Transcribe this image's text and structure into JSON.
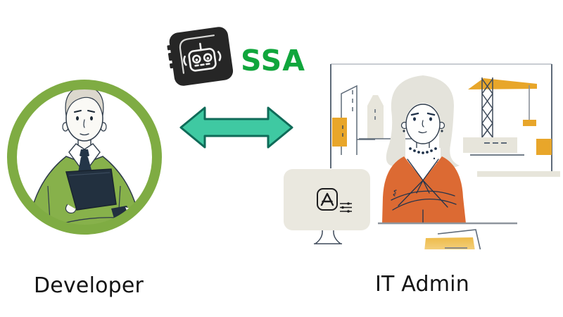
{
  "diagram": {
    "developer": {
      "label": "Developer"
    },
    "it_admin": {
      "label": "IT Admin"
    },
    "ssa": {
      "label": "SSA",
      "icon": "robot-app-icon",
      "label_color": "#10a63c"
    },
    "arrow": {
      "type": "bidirectional-horizontal",
      "fill": "#3fc9a2",
      "stroke": "#0f6b58"
    },
    "icons": [
      "robot-app-icon",
      "bidirectional-arrow-icon",
      "developer-avatar",
      "app-store-icon",
      "sliders-icon",
      "monitor-icon",
      "crane-icon",
      "buildings-icon",
      "documents-icon"
    ],
    "colors": {
      "avatar_ring_green": "#7fac43",
      "shirt_green": "#87b14b",
      "laptop_navy": "#22303f",
      "blazer_orange": "#dc6a33",
      "construction_yellow": "#e8a62a",
      "beige": "#e7e5db",
      "outline_navy": "#2e3b4a",
      "frame_gray": "#5f6b79",
      "label_text": "#131313"
    }
  }
}
